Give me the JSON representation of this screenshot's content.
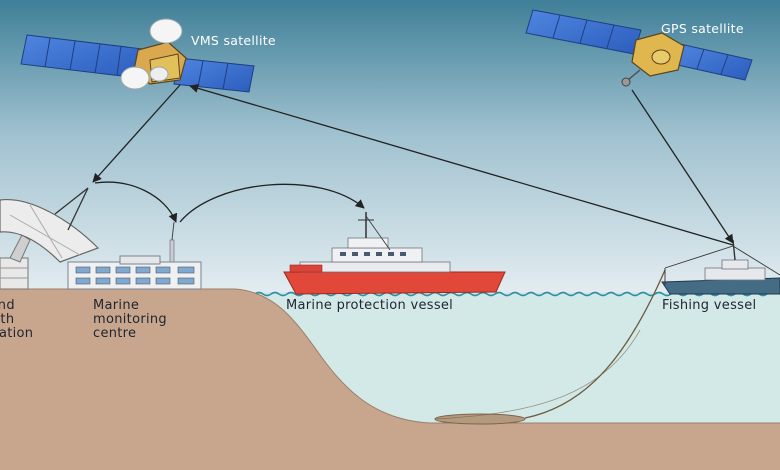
{
  "satellites": {
    "vms": {
      "label": "VMS satellite"
    },
    "gps": {
      "label": "GPS satellite"
    }
  },
  "shore": {
    "earth_station": {
      "lines": [
        "Land",
        "Earth",
        "Station"
      ]
    },
    "monitoring_centre": {
      "lines": [
        "Marine",
        "monitoring",
        "centre"
      ]
    }
  },
  "vessels": {
    "protection": {
      "label": "Marine protection vessel"
    },
    "fishing": {
      "label": "Fishing vessel"
    }
  },
  "colors": {
    "sky_top": "#3f7f98",
    "sky_bottom": "#e4edf1",
    "sea": "#d3e9e8",
    "seabed": "#c8a68d",
    "protection_hull": "#e2483a",
    "fishing_hull": "#456c85",
    "solar_panel": "#3d6fd1"
  }
}
